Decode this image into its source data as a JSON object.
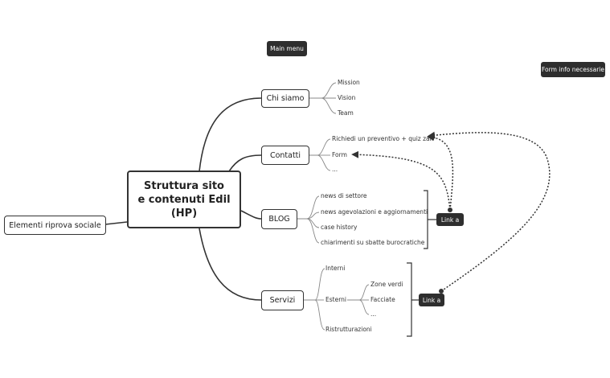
{
  "root": {
    "title_line1": "Struttura sito",
    "title_line2": "e contenuti Edil",
    "title_line3": "(HP)"
  },
  "side_node": "Elementi riprova sociale",
  "main_menu": "Main menu",
  "form_info": "Form info necessarie",
  "branches": {
    "chi_siamo": {
      "label": "Chi siamo",
      "leaves": [
        "Mission",
        "Vision",
        "Team"
      ]
    },
    "contatti": {
      "label": "Contatti",
      "leaves": [
        "Richiedi un preventivo  + quiz zak",
        "Form",
        "..."
      ]
    },
    "blog": {
      "label": "BLOG",
      "leaves": [
        "news di settore",
        "news agevolazioni e aggiornamenti",
        "case history",
        "chiarimenti su sbatte burocratiche"
      ]
    },
    "servizi": {
      "label": "Servizi",
      "leaves": [
        "Interni",
        "Esterni",
        "Ristrutturazioni"
      ],
      "esterni_leaves": [
        "Zone verdi",
        "Facciate",
        "..."
      ]
    }
  },
  "link_labels": [
    "Link a",
    "Link a"
  ],
  "colors": {
    "line": "#333333",
    "dark_badge": "#2e2e2e"
  }
}
